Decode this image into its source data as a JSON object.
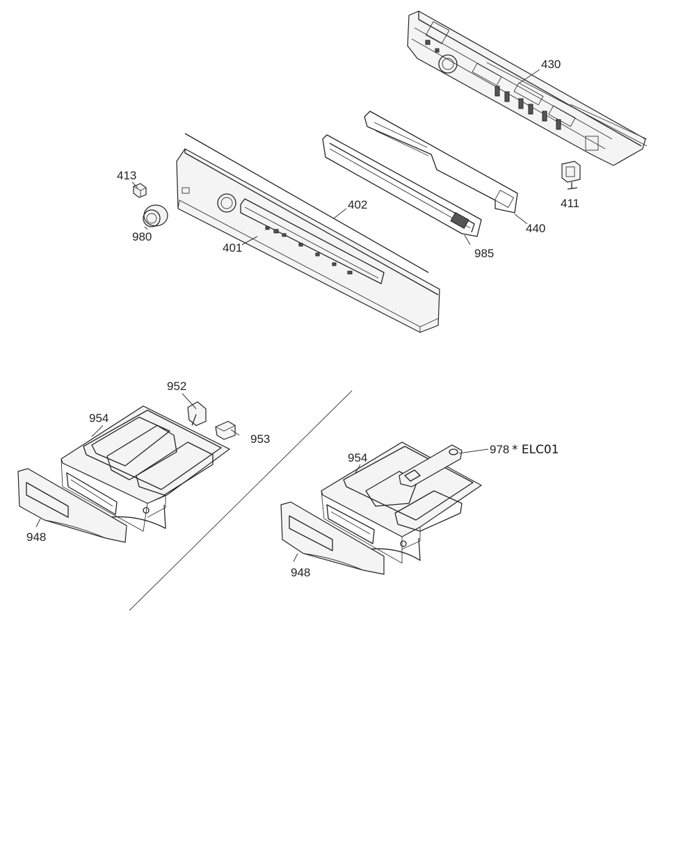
{
  "callouts": {
    "c430": "430",
    "c413": "413",
    "c402": "402",
    "c411": "411",
    "c980": "980",
    "c440": "440",
    "c401": "401",
    "c985": "985",
    "c952": "952",
    "c954_left": "954",
    "c953": "953",
    "c948_left": "948",
    "c954_right": "954",
    "c978": "978",
    "c978_suffix": "* ELC01",
    "c948_right": "948"
  }
}
